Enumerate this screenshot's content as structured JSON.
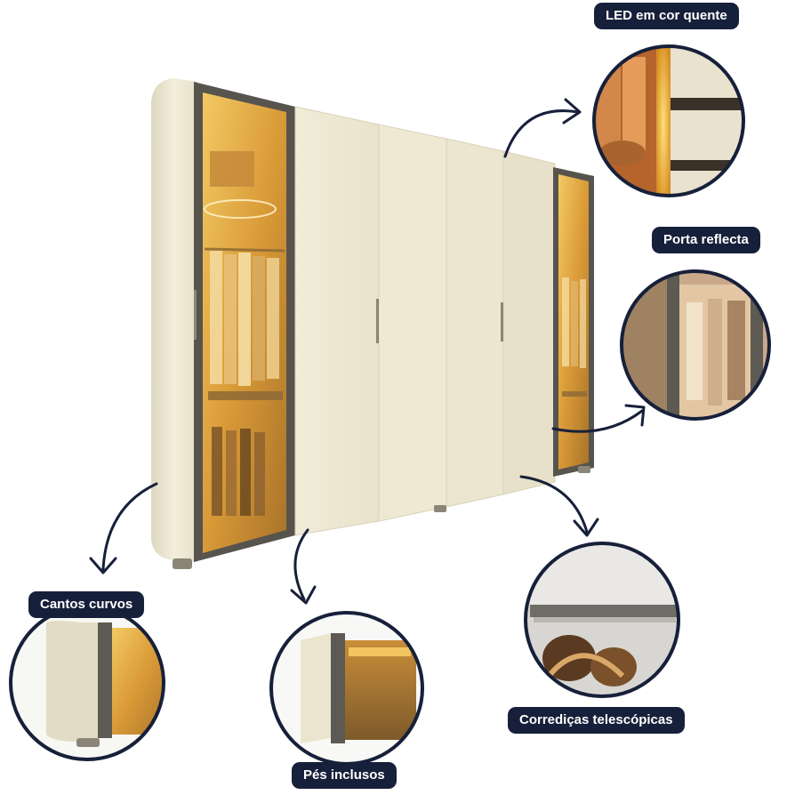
{
  "callouts": {
    "led_label": "LED em cor quente",
    "porta_label": "Porta reflecta",
    "cantos_label": "Cantos curvos",
    "pes_label": "Pés inclusos",
    "corredicas_label": "Corrediças telescópicas"
  },
  "colors": {
    "label_background": "#17203a",
    "label_text": "#ffffff",
    "cabinet_cream": "#efe9d4",
    "glass_amber": "#d49a38",
    "frame_gray": "#5c5a52",
    "arrow": "#17203a"
  }
}
